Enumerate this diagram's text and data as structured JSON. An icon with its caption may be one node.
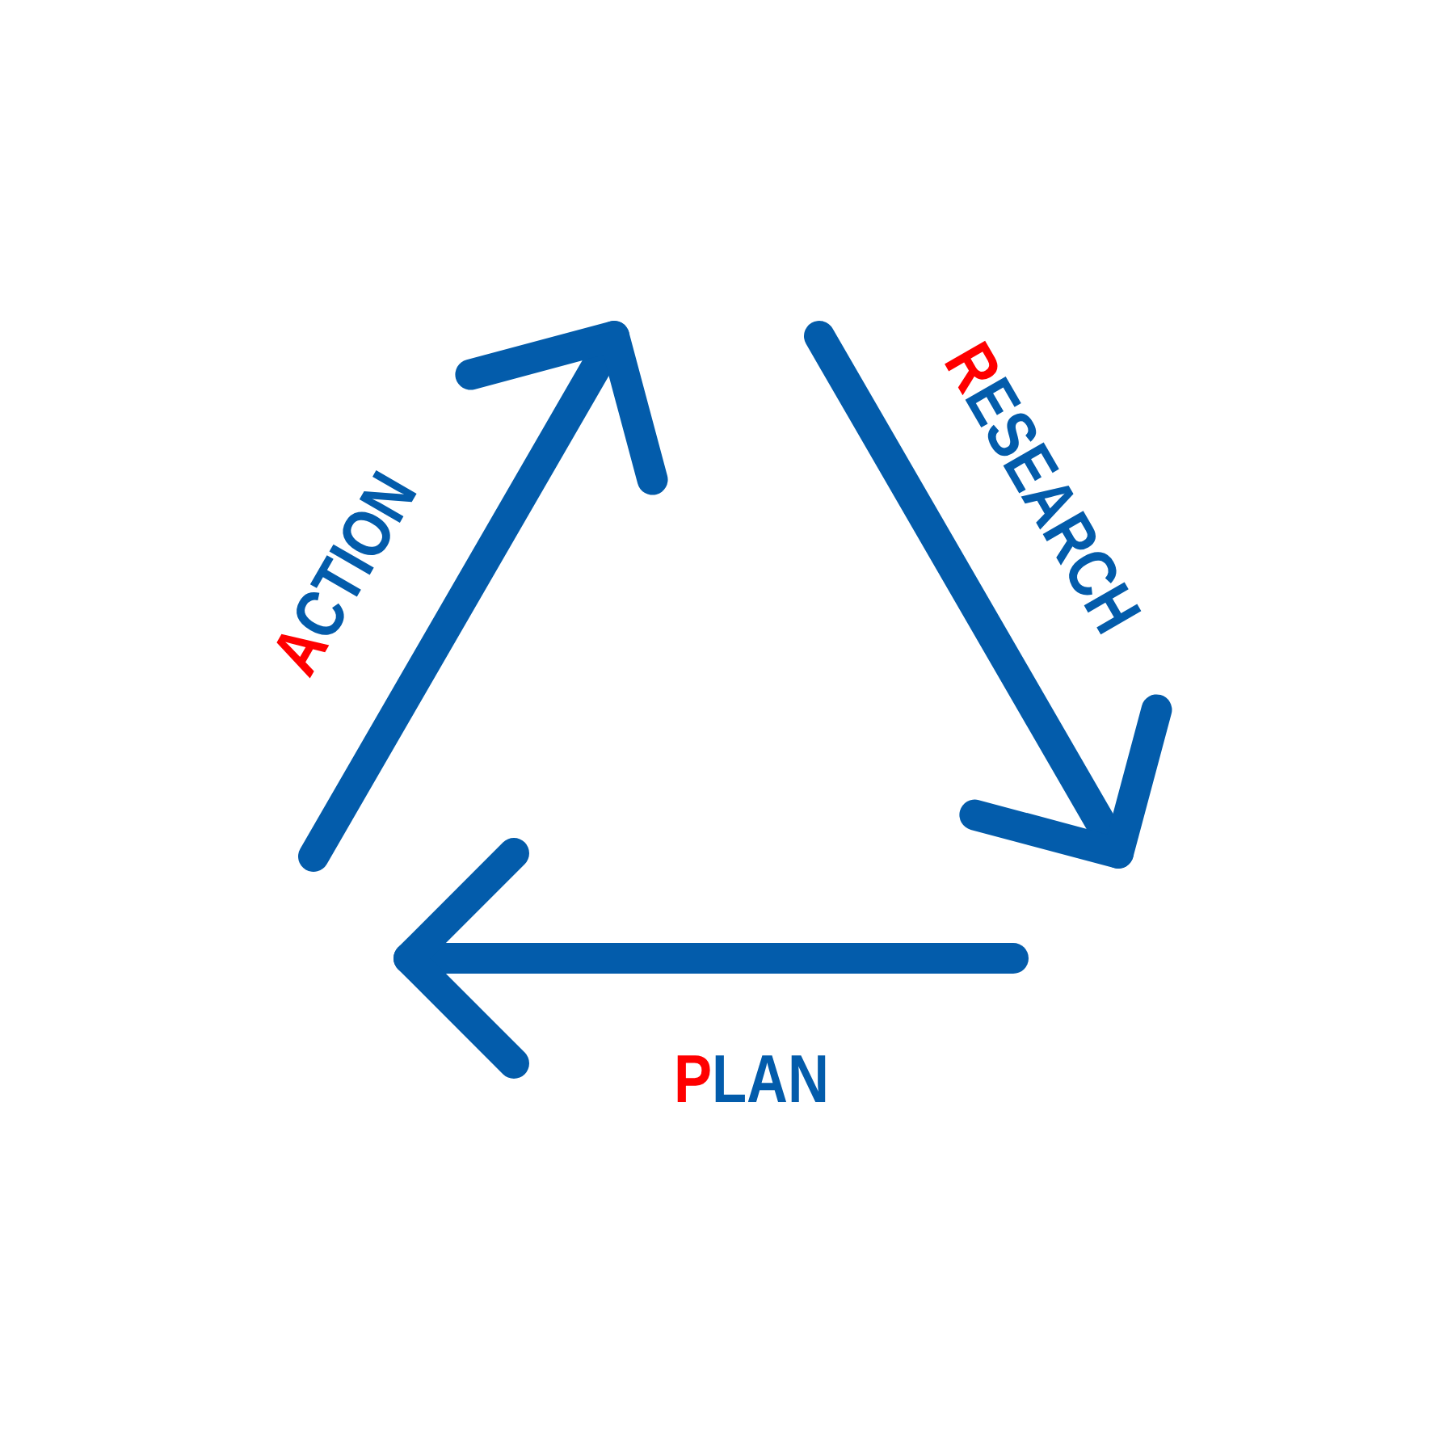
{
  "diagram": {
    "labels": [
      "ACTION",
      "RESEARCH",
      "PLAN"
    ]
  }
}
